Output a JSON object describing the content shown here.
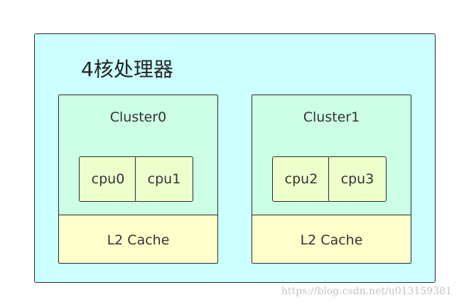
{
  "processor": {
    "title": "4核处理器"
  },
  "clusters": [
    {
      "name": "Cluster0",
      "cpus": [
        "cpu0",
        "cpu1"
      ],
      "cache": "L2 Cache"
    },
    {
      "name": "Cluster1",
      "cpus": [
        "cpu2",
        "cpu3"
      ],
      "cache": "L2 Cache"
    }
  ],
  "watermark": "https://blog.csdn.net/u013159381",
  "colors": {
    "processor_bg": "#ccffff",
    "cluster_bg": "#ccffe5",
    "cpu_bg": "#eeffcc",
    "cache_bg": "#ffffcc",
    "border": "#2b2b2b"
  }
}
